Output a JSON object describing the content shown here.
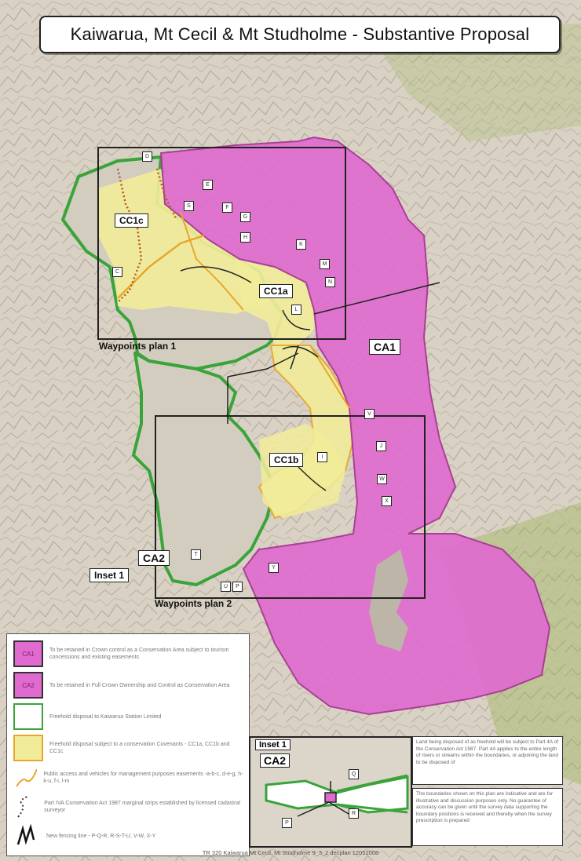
{
  "title": "Kaiwarua, Mt Cecil & Mt Studholme - Substantive Proposal",
  "areas": {
    "cc1c": "CC1c",
    "cc1a": "CC1a",
    "cc1b": "CC1b",
    "ca1": "CA1",
    "ca2": "CA2",
    "inset1": "Inset 1"
  },
  "plans": {
    "plan1": "Waypoints plan 1",
    "plan2": "Waypoints plan 2"
  },
  "waypoints": [
    "D",
    "E",
    "F",
    "G",
    "H",
    "K",
    "M",
    "N",
    "L",
    "C",
    "S",
    "I",
    "W",
    "X",
    "J",
    "V",
    "Y",
    "T",
    "U",
    "P",
    "R",
    "Q"
  ],
  "legend": {
    "ca1_code": "CA1",
    "ca1_text": "To be retained in Crown control as a Conservation Area subject to tourism concessions and existing easements",
    "ca2_code": "CA2",
    "ca2_text": "To be retained in Full Crown Ownership and Control as Conservation Area",
    "freehold_text": "Freehold disposal to Kaiwarua Station Limited",
    "covenant_text": "Freehold disposal subject to a conservation Covenants - CC1a, CC1b and CC1c",
    "access_text": "Public access and vehicles for management purposes easements -a-b-c, d-e-g, h-k-u, f-i, l-m",
    "marginal_text": "Part IVA Conservation Act 1987 marginal strips established by licensed cadastral surveyor",
    "fencing_text": "New fencing line - P-Q-R, R-S-T-U, V-W, X-Y"
  },
  "inset": {
    "title": "Inset 1",
    "area": "CA2",
    "points": [
      "Q",
      "R",
      "P"
    ]
  },
  "notes": {
    "note1": "Land being disposed of as freehold will be subject to Part 4A of the Conservation Act 1987. Part 4A applies to the entire length of rivers or streams within the boundaries, or adjoining the land to be disposed of",
    "note2": "The boundaries shown on this plan are indicative and are for illustrative and discussion purposes only. No guarantee of accuracy can be given until the survey data supporting the boundary positions is received and thereby when the survey prescription is prepared"
  },
  "footer": "TR 320 Kaiwarua Mt Cecil, Mt Studholme 9_3_2 decplan 12052008",
  "colors": {
    "conservation": "#e06ad0",
    "covenant": "#f1ec9a",
    "freehold_border": "#3aa33a",
    "access": "#e8a72c",
    "marginal": "#b85a1e",
    "terrain": "#cfc7b8"
  }
}
